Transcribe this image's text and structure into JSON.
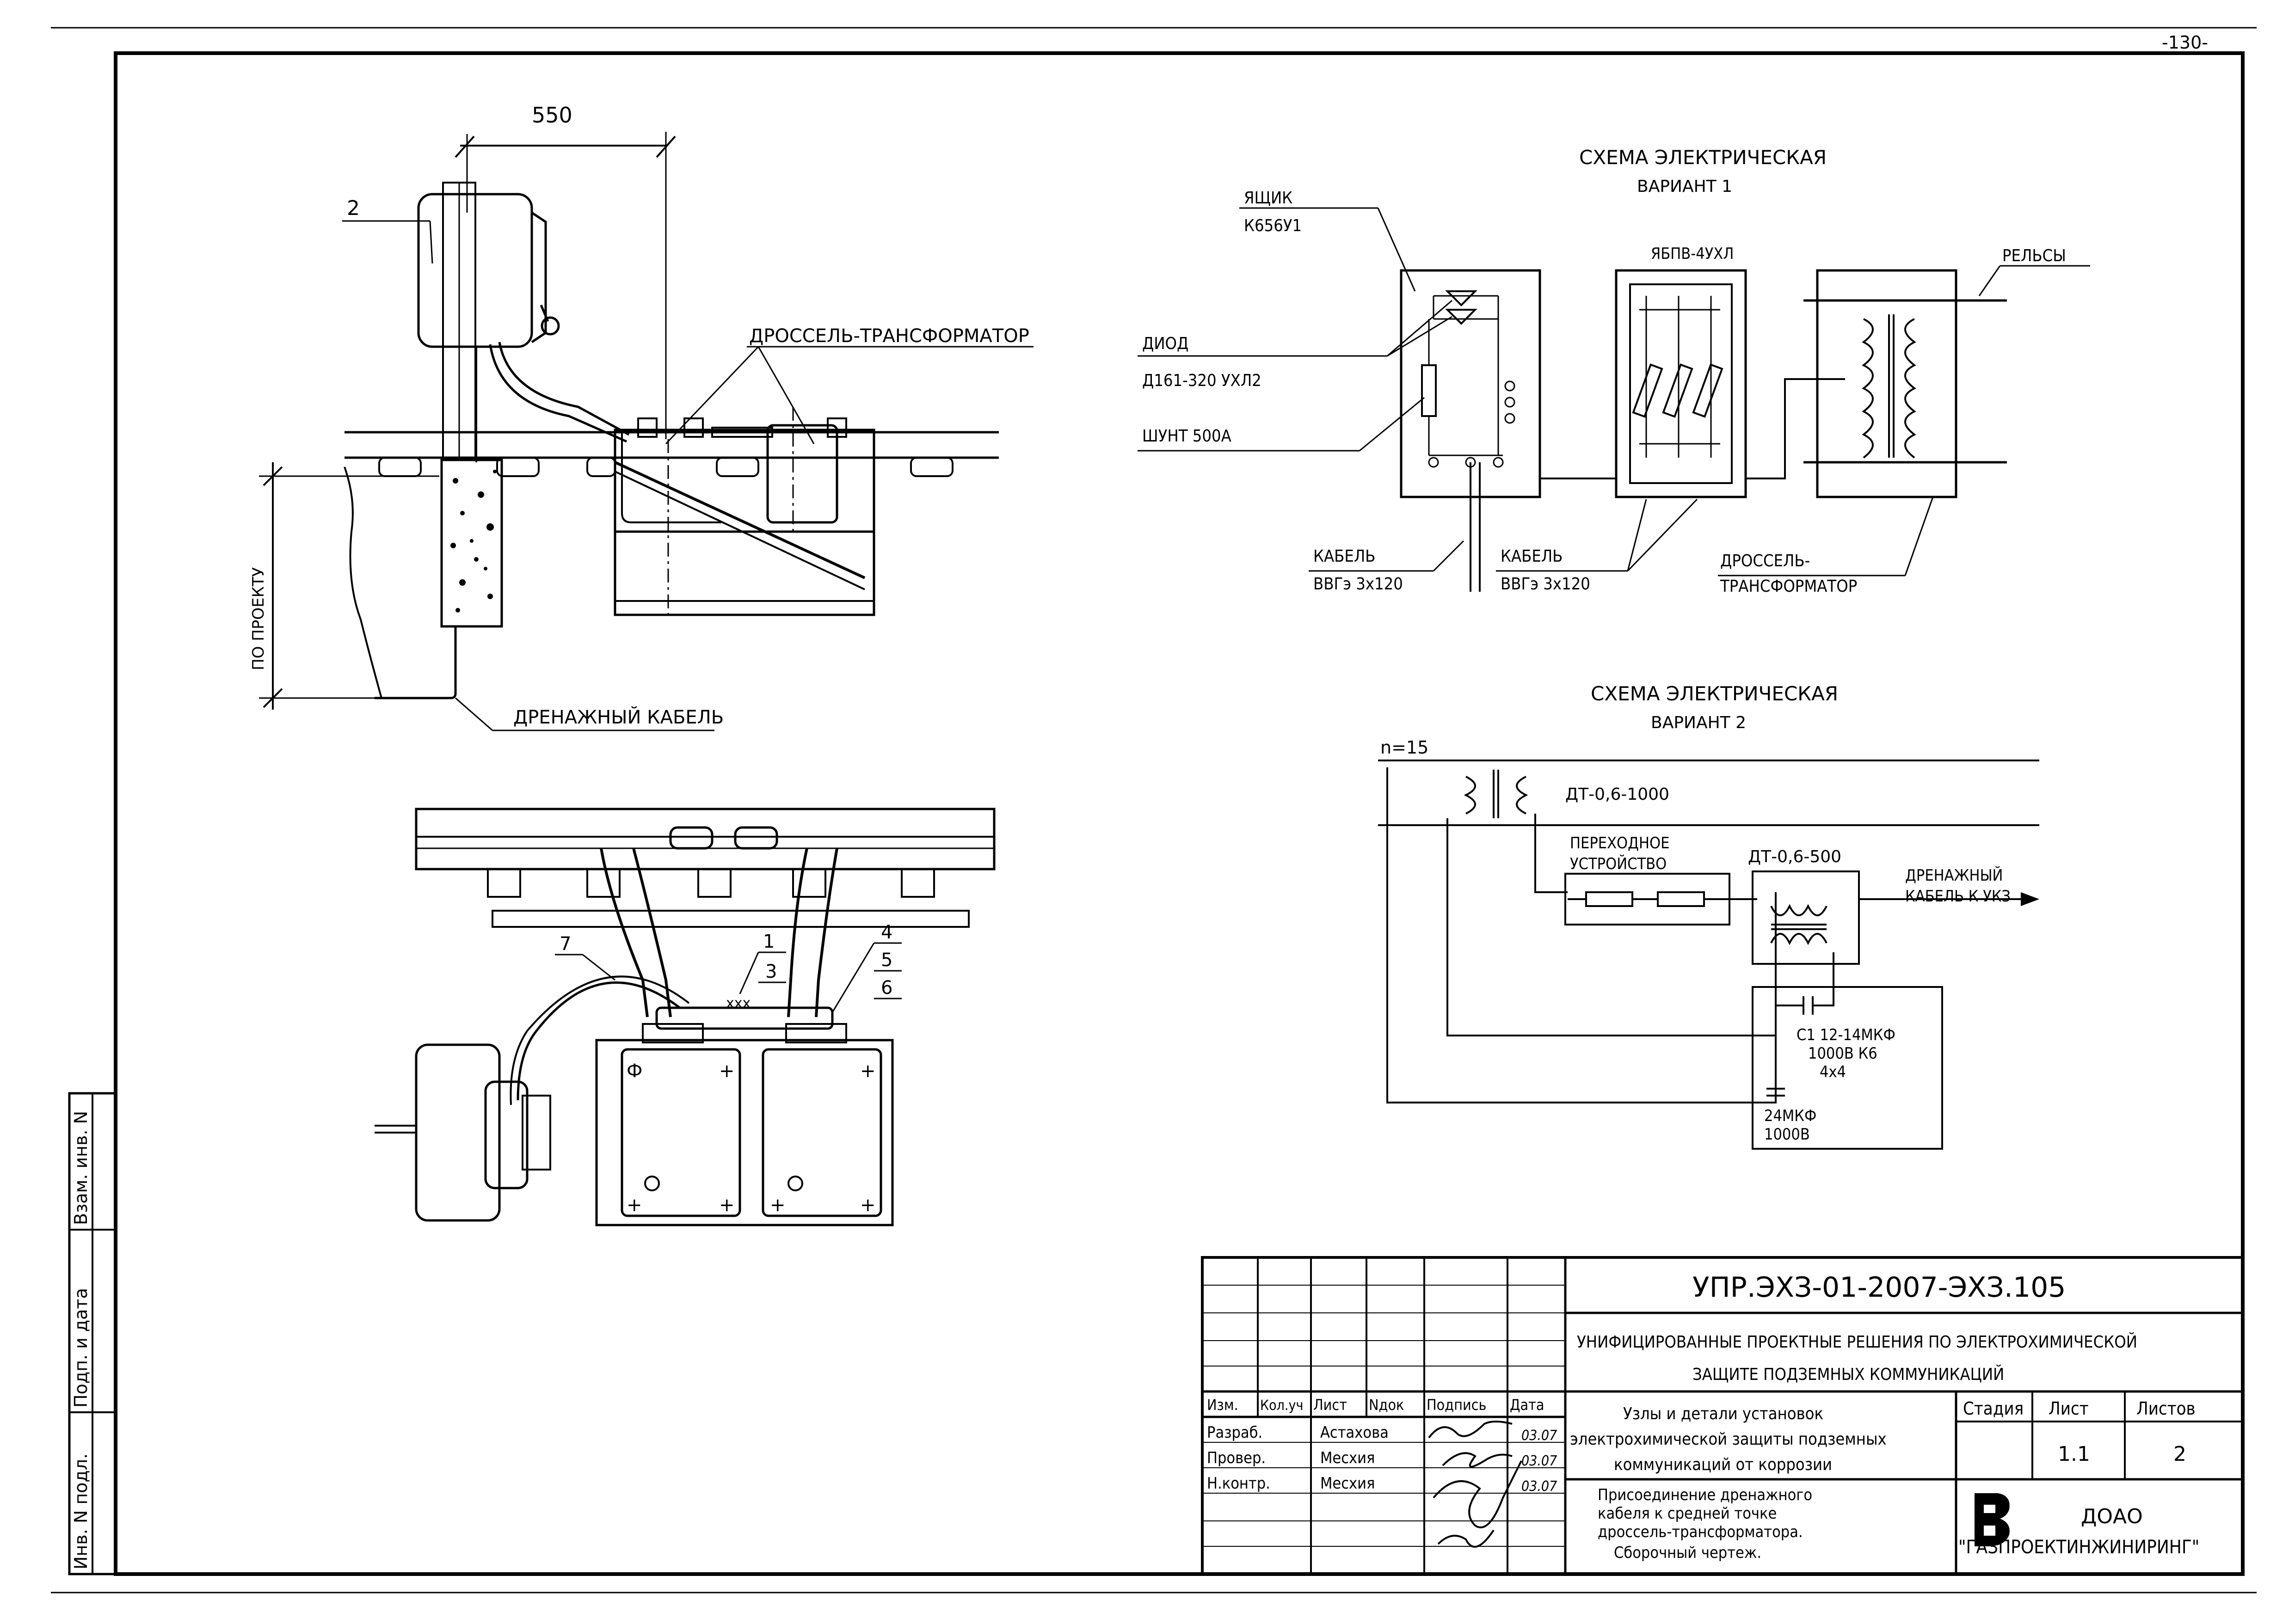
{
  "page_number": "-130-",
  "assembly": {
    "dim_550": "550",
    "callout_2": "2",
    "choke_label": "ДРОССЕЛЬ-ТРАНСФОРМАТОР",
    "per_project": "ПО ПРОЕКТУ",
    "drain_cable": "ДРЕНАЖНЫЙ КАБЕЛЬ"
  },
  "plan": {
    "callouts": [
      "1",
      "3",
      "4",
      "5",
      "6",
      "7"
    ]
  },
  "scheme1": {
    "title": "СХЕМА ЭЛЕКТРИЧЕСКАЯ",
    "subtitle": "ВАРИАНТ 1",
    "box_label": "ЯЩИК",
    "box_type": "К656У1",
    "diode_label": "ДИОД",
    "diode_type": "Д161-320 УХЛ2",
    "shunt": "ШУНТ 500А",
    "cable1_label": "КАБЕЛЬ",
    "cable1_type": "ВВГэ 3х120",
    "cable2_label": "КАБЕЛЬ",
    "cable2_type": "ВВГэ 3х120",
    "panel": "ЯБПВ-4УХЛ",
    "rails": "РЕЛЬСЫ",
    "choke_line1": "ДРОССЕЛЬ-",
    "choke_line2": "ТРАНСФОРМАТОР"
  },
  "scheme2": {
    "title": "СХЕМА ЭЛЕКТРИЧЕСКАЯ",
    "subtitle": "ВАРИАНТ 2",
    "n": "n=15",
    "dt1": "ДТ-0,6-1000",
    "transition_line1": "ПЕРЕХОДНОЕ",
    "transition_line2": "УСТРОЙСТВО",
    "dt2": "ДТ-0,6-500",
    "drain_line1": "ДРЕНАЖНЫЙ",
    "drain_line2": "КАБЕЛЬ К УКЗ",
    "c1_line1": "С1 12-14МКФ",
    "c1_line2": "1000В К6",
    "c1_line3": "4х4",
    "c2_line1": "24МКФ",
    "c2_line2": "1000В"
  },
  "side_stamp": {
    "inv_no": "Инв. N подл.",
    "sign_date": "Подп. и дата",
    "replace": "Взам. инв. N"
  },
  "title_block": {
    "doc_code": "УПР.ЭХЗ-01-2007-ЭХЗ.105",
    "project_line1": "УНИФИЦИРОВАННЫЕ ПРОЕКТНЫЕ РЕШЕНИЯ ПО ЭЛЕКТРОХИМИЧЕСКОЙ",
    "project_line2": "ЗАЩИТЕ ПОДЗЕМНЫХ КОММУНИКАЦИЙ",
    "headers": [
      "Изм.",
      "Кол.уч",
      "Лист",
      "Nдок",
      "Подпись",
      "Дата"
    ],
    "roles": [
      "Разраб.",
      "Провер.",
      "Н.контр."
    ],
    "names": [
      "Астахова",
      "Месхия",
      "Месхия"
    ],
    "dates": [
      "03.07",
      "03.07",
      "03.07"
    ],
    "section_line1": "Узлы и детали установок",
    "section_line2": "электрохимической защиты подземных",
    "section_line3": "коммуникаций от коррозии",
    "drawing_line1": "Присоединение дренажного",
    "drawing_line2": "кабеля к средней точке",
    "drawing_line3": "дроссель-трансформатора.",
    "drawing_line4": "Сборочный чертеж.",
    "stage_h": "Стадия",
    "sheet_h": "Лист",
    "sheets_h": "Листов",
    "stage_v": "",
    "sheet_v": "1.1",
    "sheets_v": "2",
    "org_line1": "ДОАО",
    "org_line2": "\"ГАЗПРОЕКТИНЖИНИРИНГ\""
  }
}
